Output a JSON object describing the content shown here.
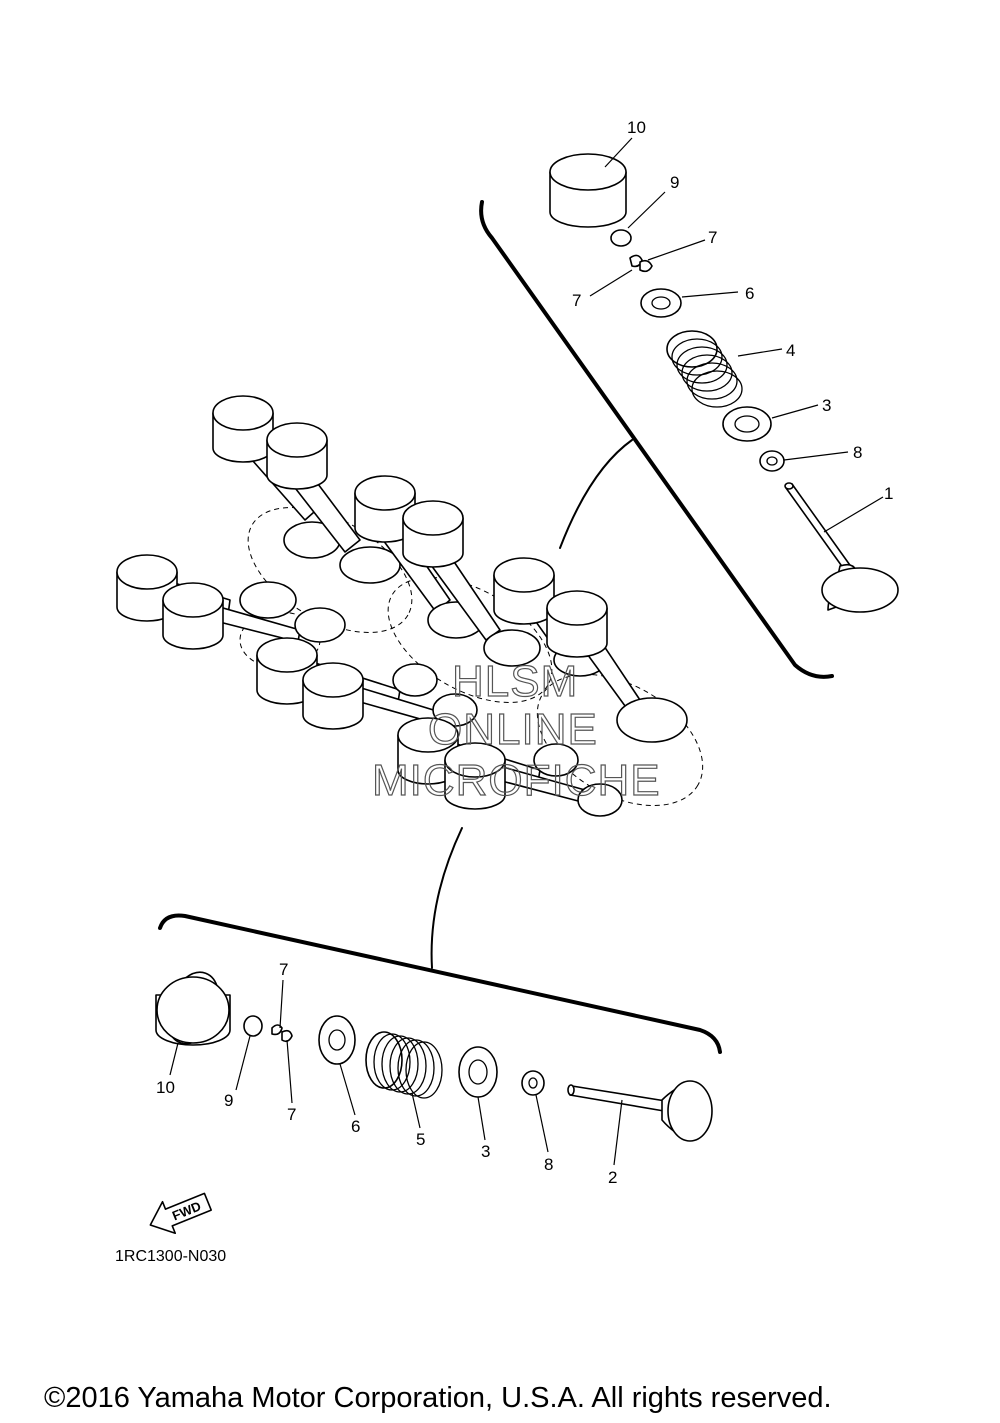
{
  "diagram": {
    "callouts_top": [
      "10",
      "9",
      "7",
      "7",
      "6",
      "4",
      "3",
      "8",
      "1"
    ],
    "callouts_bottom": [
      "7",
      "10",
      "9",
      "7",
      "6",
      "5",
      "3",
      "8",
      "2"
    ],
    "watermark": [
      "HLSM",
      "ONLINE",
      "MICROFICHE"
    ],
    "fwd_label": "FWD",
    "diagram_code": "1RC1300-N030",
    "copyright": "©2016 Yamaha Motor Corporation, U.S.A. All rights reserved."
  }
}
